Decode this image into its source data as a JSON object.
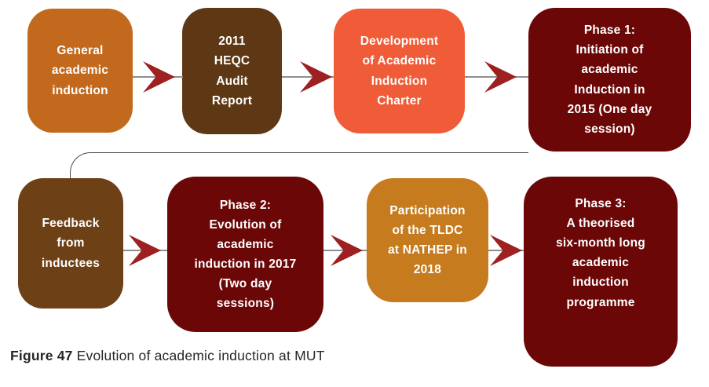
{
  "caption": {
    "prefix": "Figure 47",
    "text": " Evolution of academic induction at MUT"
  },
  "boxes": [
    {
      "id": "general-academic-induction",
      "label": "General\nacademic\ninduction",
      "color": "#C2691E"
    },
    {
      "id": "heqc-audit-report",
      "label": "2011\nHEQC\nAudit\nReport",
      "color": "#5E3814"
    },
    {
      "id": "induction-charter",
      "label": "Development\nof Academic\nInduction\nCharter",
      "color": "#F05B38"
    },
    {
      "id": "phase-1",
      "label": "Phase 1:\nInitiation of\nacademic\nInduction in\n2015 (One day\nsession)",
      "color": "#6B0707"
    },
    {
      "id": "feedback-from-inductees",
      "label": "Feedback\nfrom\ninductees",
      "color": "#6E4016"
    },
    {
      "id": "phase-2",
      "label": "Phase 2:\nEvolution of\nacademic\ninduction in 2017\n(Two day\nsessions)",
      "color": "#6C0708"
    },
    {
      "id": "tldc-nathep",
      "label": "Participation\nof the TLDC\nat NATHEP in\n2018",
      "color": "#C67B1E"
    },
    {
      "id": "phase-3",
      "label": "Phase 3:\nA theorised\nsix-month long\nacademic\ninduction\nprogramme",
      "color": "#6B0707"
    }
  ],
  "colors": {
    "arrow": "#9E2020",
    "flow_line": "#8F8F8F",
    "connector": "#4A4A4A",
    "caption_text": "#262626",
    "box_text": "#FFFFFF",
    "background": "#FFFFFF"
  }
}
